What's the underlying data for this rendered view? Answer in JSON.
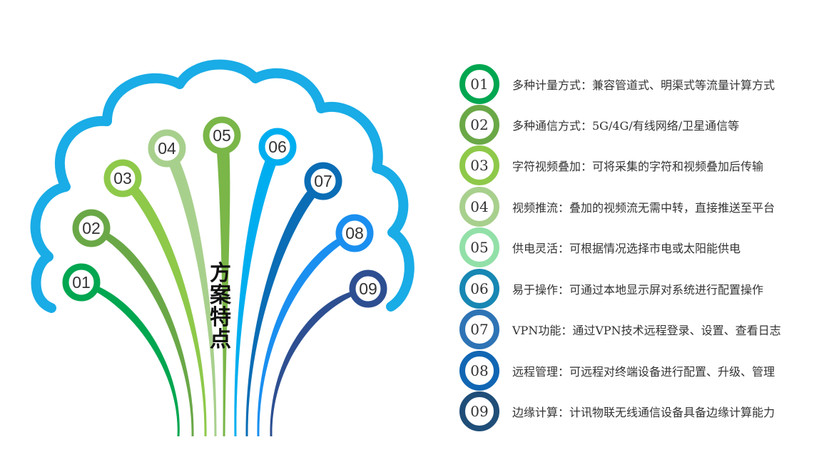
{
  "center_title": "方案特点",
  "colors": {
    "cloud": "#19ace6",
    "c01": "#00a650",
    "c02": "#6aa847",
    "c03": "#8ec94a",
    "c04": "#a8d08d",
    "c05": "#7ab648",
    "c06": "#00aeef",
    "c07": "#0a6db5",
    "c08": "#1a8ff0",
    "c09": "#2d4f91"
  },
  "tree_nodes": [
    {
      "label": "01",
      "color": "#00a650"
    },
    {
      "label": "02",
      "color": "#6aa847"
    },
    {
      "label": "03",
      "color": "#8ec94a"
    },
    {
      "label": "04",
      "color": "#a8d08d"
    },
    {
      "label": "05",
      "color": "#7ab648"
    },
    {
      "label": "06",
      "color": "#00aeef"
    },
    {
      "label": "07",
      "color": "#0a6db5"
    },
    {
      "label": "08",
      "color": "#1a8ff0"
    },
    {
      "label": "09",
      "color": "#2d4f91"
    }
  ],
  "features": [
    {
      "num": "01",
      "text": "多种计量方式：兼容管道式、明渠式等流量计算方式",
      "color": "#00a650"
    },
    {
      "num": "02",
      "text": "多种通信方式：5G/4G/有线网络/卫星通信等",
      "color": "#6aa847"
    },
    {
      "num": "03",
      "text": "字符视频叠加：可将采集的字符和视频叠加后传输",
      "color": "#8ec94a"
    },
    {
      "num": "04",
      "text": "视频推流：叠加的视频流无需中转，直接推送至平台",
      "color": "#a8d08d"
    },
    {
      "num": "05",
      "text": "供电灵活：可根据情况选择市电或太阳能供电",
      "color": "#92e0a8"
    },
    {
      "num": "06",
      "text": "易于操作：可通过本地显示屏对系统进行配置操作",
      "color": "#1787b3"
    },
    {
      "num": "07",
      "text": "VPN功能：通过VPN技术远程登录、设置、查看日志",
      "color": "#2e74b5"
    },
    {
      "num": "08",
      "text": "远程管理：可远程对终端设备进行配置、升级、管理",
      "color": "#1166b3"
    },
    {
      "num": "09",
      "text": "边缘计算：计讯物联无线通信设备具备边缘计算能力",
      "color": "#1f4e79"
    }
  ]
}
